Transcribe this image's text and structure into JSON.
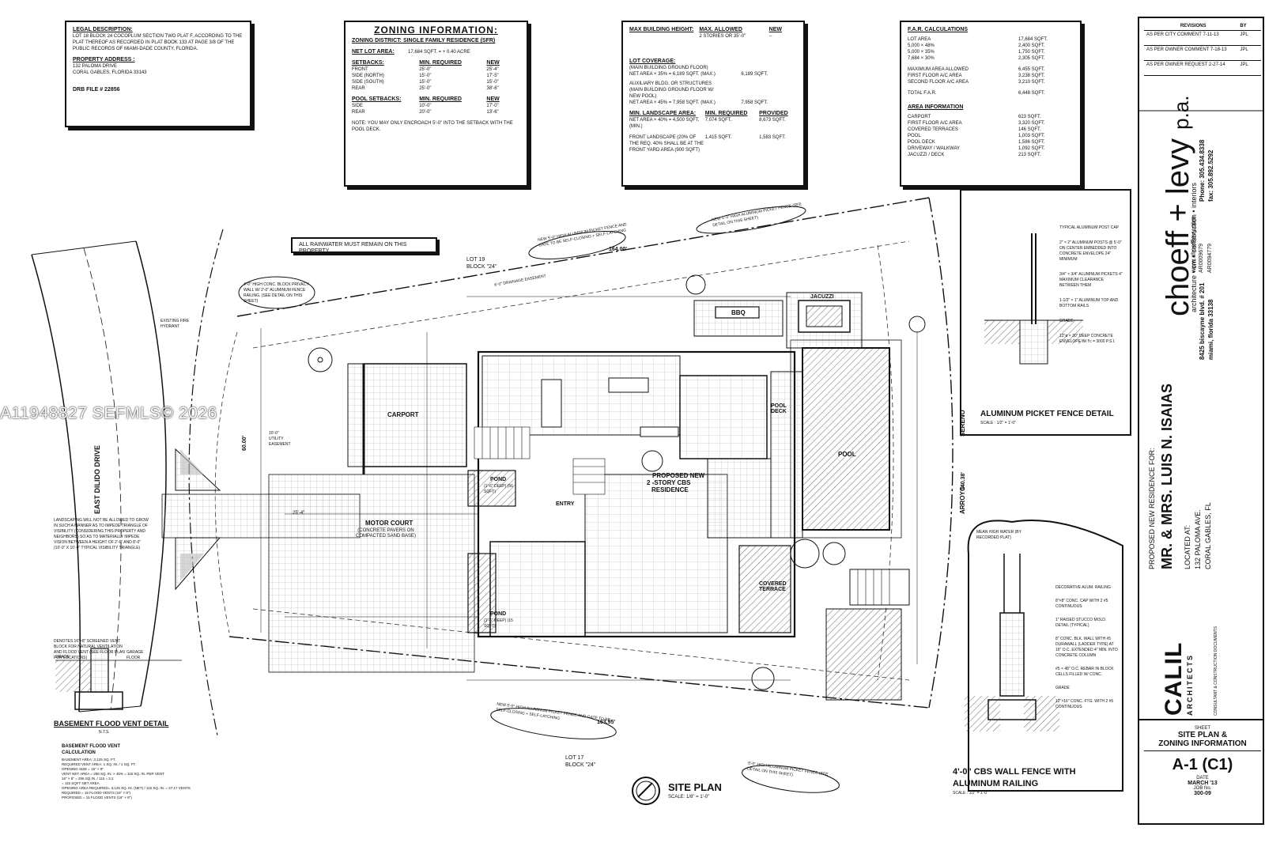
{
  "watermark": "A11948827  SEFMLS© 2026",
  "legal": {
    "title": "LEGAL DESCRIPTION:",
    "text": "LOT 18 BLOCK 24 COCOPLUM SECTION TWO PLAT F, ACCORDING TO THE PLAT THEREOF AS RECORDED IN PLAT BOOK 133 AT PAGE 3/8 OF THE PUBLIC RECORDS OF MIAMI-DADE COUNTY, FLORIDA.",
    "address_title": "PROPERTY ADDRESS :",
    "address1": "132 PALOMA DRIVE",
    "address2": "CORAL GABLES, FLORIDA 33143",
    "drb": "DRB FILE # 22856"
  },
  "zoning": {
    "title": "ZONING INFORMATION:",
    "district": "ZONING DISTRICT: SINGLE FAMILY RESIDENCE (SFR)",
    "net_lot_label": "NET LOT AREA:",
    "net_lot_value": "17,684 SQFT. = + 0.40 ACRE",
    "setbacks_title": "SETBACKS:",
    "min_req": "MIN. REQUIRED",
    "new": "NEW",
    "setbacks": [
      {
        "name": "FRONT",
        "req": "25'-0\"",
        "new": "25'-4\""
      },
      {
        "name": "SIDE (NORTH)",
        "req": "15'-0\"",
        "new": "17'-5\""
      },
      {
        "name": "SIDE (SOUTH)",
        "req": "15'-0\"",
        "new": "15'-0\""
      },
      {
        "name": "REAR",
        "req": "25'-0\"",
        "new": "38'-6\""
      }
    ],
    "pool_title": "POOL SETBACKS:",
    "pool": [
      {
        "name": "SIDE",
        "req": "10'-0\"",
        "new": "17'-0\""
      },
      {
        "name": "REAR",
        "req": "20'-0\"",
        "new": "13'-6\""
      }
    ],
    "note": "NOTE: YOU MAY ONLY ENCROACH 5'-0\" INTO THE SETBACK WITH THE POOL DECK."
  },
  "height": {
    "title": "MAX BUILDING HEIGHT:",
    "max_allowed": "MAX. ALLOWED",
    "new": "NEW",
    "value": "2 STORIES OR 35'-0\"",
    "new_value": "--",
    "coverage_title": "LOT COVERAGE:",
    "coverage1": "(MAIN BUILDING GROUND FLOOR)",
    "coverage2": "NET AREA × 35% = 6,189 SQFT. (MAX.)",
    "coverage2_new": "6,189 SQFT.",
    "coverage3": "AUXILIARY BLDG. OR STRUCTURES (MAIN BUILDING GROUND FLOOR W/ NEW POOL)",
    "coverage4": "NET AREA × 45% = 7,958 SQFT. (MAX.)",
    "coverage4_new": "7,958 SQFT.",
    "landscape_title": "MIN. LANDSCAPE AREA:",
    "min_required": "MIN. REQUIRED",
    "provided": "PROVIDED",
    "landscape1": "NET AREA × 40% = 4,500 SQFT. (MIN.)",
    "landscape1_req": "7,074 SQFT.",
    "landscape1_prov": "8,673 SQFT.",
    "landscape2": "FRONT LANDSCAPE (20% OF THE REQ. 40% SHALL BE AT THE FRONT YARD AREA (900 SQFT)",
    "landscape2_req": "1,415 SQFT.",
    "landscape2_prov": "1,583 SQFT."
  },
  "far": {
    "title": "F.A.R. CALCULATIONS",
    "rows": [
      {
        "l": "LOT AREA",
        "v": "17,684 SQFT."
      },
      {
        "l": "5,000 × 48%",
        "v": "2,400 SQFT."
      },
      {
        "l": "5,000 × 35%",
        "v": "1,750 SQFT."
      },
      {
        "l": "7,684 × 30%",
        "v": "2,305 SQFT."
      },
      {
        "l": "MAXIMUM AREA ALLOWED",
        "v": "6,455 SQFT."
      },
      {
        "l": "FIRST FLOOR A/C AREA",
        "v": "3,238 SQFT."
      },
      {
        "l": "SECOND FLOOR A/C AREA",
        "v": "3,210 SQFT."
      },
      {
        "l": "TOTAL F.A.R.",
        "v": "6,448 SQFT."
      }
    ],
    "area_title": "AREA INFORMATION",
    "area": [
      {
        "l": "CARPORT",
        "v": "623 SQFT."
      },
      {
        "l": "FIRST FLOOR A/C AREA",
        "v": "3,320 SQFT."
      },
      {
        "l": "COVERED TERRACES",
        "v": "146 SQFT."
      },
      {
        "l": "POOL",
        "v": "1,003 SQFT."
      },
      {
        "l": "POOL DECK",
        "v": "1,586 SQFT."
      },
      {
        "l": "DRIVEWAY / WALKWAY",
        "v": "1,092 SQFT."
      },
      {
        "l": "JACUZZI / DECK",
        "v": "213 SQFT."
      }
    ]
  },
  "revisions": {
    "title": "REVISIONS",
    "by": "BY",
    "rows": [
      {
        "t": "AS PER CITY COMMENT 7-11-13",
        "b": "JPL"
      },
      {
        "t": "AS PER OWNER COMMENT 7-18-13",
        "b": "JPL"
      },
      {
        "t": "AS PER OWNER REQUEST 2-27-14",
        "b": "JPL"
      }
    ]
  },
  "firm": {
    "name": "choeff + levy",
    "suffix": "p.a.",
    "tag": "architecture • cm • construction • interiors",
    "addr1": "8425 biscayne blvd. # 201",
    "addr2": "miami, florida 33138",
    "phone": "Phone: 305.434.8338",
    "fax": "fax: 305.892.5292",
    "web": "www.choefflevy.com",
    "lic1": "AR0009679",
    "lic2": "AR0094779"
  },
  "project": {
    "label": "PROPOSED NEW RESIDENCE FOR:",
    "client": "MR. & MRS. LUIS N. ISAIAS",
    "loc_label": "LOCATED AT:",
    "loc1": "132 PALOMA AVE.",
    "loc2": "CORAL GABLES, FL"
  },
  "calil": {
    "name": "CALIL",
    "sub": "ARCHITECTS",
    "tag": "CONSULTANT & CONSTRUCTION DOCUMENTS"
  },
  "sheet": {
    "label": "SHEET",
    "title1": "SITE PLAN &",
    "title2": "ZONING INFORMATION",
    "number": "A-1 (C1)",
    "date_label": "DATE",
    "date": "MARCH '13",
    "job_label": "JOB No.",
    "job": "300-09"
  },
  "plan": {
    "title": "SITE PLAN",
    "scale": "SCALE: 1/8\" = 1'-0\"",
    "rainwater": "ALL RAINWATER MUST REMAIN ON THIS PROPERTY",
    "lot19": "LOT 19",
    "block24a": "BLOCK \"24\"",
    "lot17": "LOT 17",
    "block24b": "BLOCK \"24\"",
    "carport": "CARPORT",
    "motor_court": "MOTOR COURT",
    "motor_court_sub": "(CONCRETE PAVERS ON COMPACTED SAND BASE)",
    "proposed": "PROPOSED NEW",
    "proposed2": "2 -STORY CBS",
    "proposed3": "RESIDENCE",
    "entry": "ENTRY",
    "pond1": "POND",
    "pond1_sub": "(1'-6\" DEEP) (56 SQFT)",
    "pond2": "POND",
    "pond2_sub": "(1'-6\" DEEP) (15 SQFT)",
    "pool": "POOL",
    "pool_deck": "POOL DECK",
    "covered_terrace": "COVERED TERRACE",
    "bbq": "BBQ",
    "jacuzzi": "JACUZZI",
    "east_dilido": "EAST DILIDO DRIVE",
    "arroyo": "ARROYO",
    "sereno": "SERENO",
    "note_fence_top": "NEW 5'-0\" HIGH ALUMINUM PICKET FENCE AND GATE TO BE SELF-CLOSING + SELF-LATCHING",
    "note_fence_top2": "NEW 5'-0\" HIGH ALUMINUM PICKET FENCE (SEE DETAIL ON THIS SHEET)",
    "note_privacy": "4'-0\" HIGH CONC. BLOCK PRIVACY WALL W/ 2'-0\" ALUMINUM FENCE RAILING. (SEE DETAIL ON THIS SHEET)",
    "note_fence_bottom": "NEW 5'-0\" HIGH ALUMINUM PICKET FENCE AND GATE TO BE SELF-CLOSING + SELF-LATCHING",
    "note_cbs_bottom": "5'-0\" HIGH ALUMINUM PICKET FENCE (SEE DETAIL ON THIS SHEET)",
    "note_landscape": "LANDSCAPING WILL NOT BE ALLOWED TO GROW IN SUCH A MANNER AS TO IMPEDE TRIANGLE OF VISIBILITY (CONSIDERING THIS PROPERTY AND NEIGHBORS) SO AS TO MATERIALLY IMPEDE VISION BETWEEN A HEIGHT OF 2'-6\" AND 8'-0\" (10'-0\" X 10'-0\" TYPICAL VISIBILITY TRIANGLE)",
    "existing_hydrant": "EXISTING FIRE HYDRANT",
    "mean_high_water": "MEAN HIGH WATER (BY RECORDED PLAT)",
    "drainage": "6'-0\" DRAINAGE EASEMENT",
    "utility": "10'-0\" UTILITY EASEMENT",
    "dim_front": "25'-4\"",
    "dim_top": "164.00'",
    "dim_bottom": "163.95'",
    "dim_left": "60.00'",
    "dim_right": "140.38'"
  },
  "details": {
    "picket_title": "ALUMINUM PICKET FENCE DETAIL",
    "picket_scale": "SCALE : 1/2\" = 1'-0\"",
    "picket_notes": [
      "TYPICAL ALUMINUM POST CAP",
      "2\" × 2\" ALUMINUM POSTS @ 5'-0\" ON CENTER EMBEDDED INTO CONCRETE ENVELOPE 24\" MINIMUM",
      "3/4\" × 3/4\" ALUMINUM PICKETS 4\" MAXIMUM CLEARANCE BETWEEN THEM",
      "1-1/2\" × 1\" ALUMINUM TOP AND BOTTOM RAILS",
      "GRADE",
      "12\"ø × 30\" DEEP CONCRETE ENVELOPE W/ f'c = 3000 P.S.I."
    ],
    "cbs_title1": "4'-0\" CBS WALL FENCE WITH",
    "cbs_title2": "ALUMINUM RAILING",
    "cbs_scale": "SCALE : 1/2\" = 1'-0\"",
    "cbs_notes": [
      "DECORATIVE ALUM. RAILING",
      "8\"×8\" CONC. CAP WITH 2 #5 CONTINUOUS",
      "1\" RAISED STUCCO MOLD. DETAIL (TYPICAL)",
      "8\" CONC. BLK. WALL WITH #5 DURAWALL (LADDER TYPE) AT 16\" O.C. EXTENDED 4\" MIN. INTO CONCRETE COLUMN",
      "#5 × 48\" O.C. REBAR IN BLOCK CELLS FILLED W/ CONC.",
      "GRADE",
      "12\"×16\" CONC. FTG. WITH 2 #5 CONTINUOUS"
    ],
    "flood_title": "BASEMENT FLOOD VENT DETAIL",
    "flood_scale": "N.T.S.",
    "flood_calc_title": "BASEMENT FLOOD VENT CALCULATION",
    "flood_calc": [
      "BASEMENT AREA: 3,125 SQ. FT.",
      "REQUIRED VENT AREA: 1 SQ. IN. / 1 SQ. FT.",
      "OPENING SIZE = 16\" × 8\"",
      "VENT NET AREA = 256 SQ. IN. × 45% = 115 SQ. IN. PER VENT",
      "16\" × 8\" = 256 SQ.IN. / 115 = 2.2",
      "= 115 SQFT NET AREA",
      "OPENING AREA REQUIRED= 3,125 SQ. IN. (NET) / 115 SQ. IN. = 27.17 VENTS",
      "REQUIRED = 15 FLOOD VENTS (16\" × 8\")",
      "PROPOSED = 15 FLOOD VENTS (16\" × 8\")"
    ],
    "flood_notes": "DENOTES 16\"×8\" SCREENED VENT BLOCK FOR NATURAL VENTILATION AND FLOOD VENT (SEE FLOOR PLAN FOR LOCATIONS)",
    "flood_grade": "GRADE",
    "flood_garage": "GARAGE FLOOR"
  },
  "colors": {
    "ink": "#111111",
    "hatch": "#555555",
    "paper": "#ffffff"
  }
}
